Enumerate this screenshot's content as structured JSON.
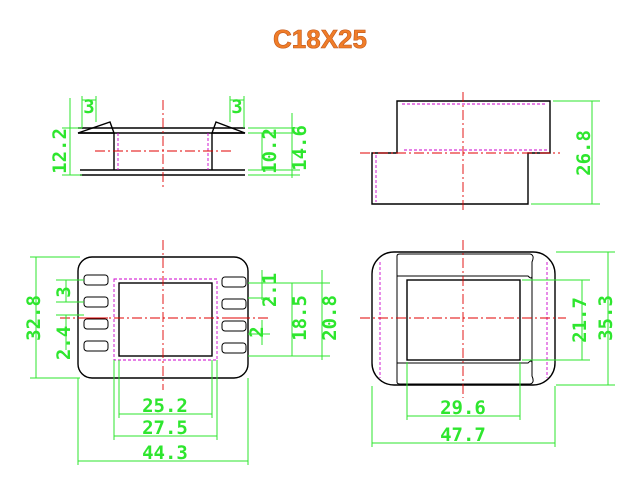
{
  "title": "C18X25",
  "views": {
    "top_left": {
      "dims": {
        "lead_left": "3",
        "lead_right": "3",
        "height_left": "12.2",
        "inner_h": "10.2",
        "outer_h": "14.6"
      }
    },
    "top_right": {
      "dims": {
        "height": "26.8"
      }
    },
    "bottom_left": {
      "dims": {
        "height": "32.8",
        "pitch": "3",
        "pin_dia": "2.4",
        "slot_a": "2.1",
        "slot_b": "2",
        "window_h": "18.5",
        "outer_h": "20.8",
        "window_w": "25.2",
        "flange_w": "27.5",
        "overall_w": "44.3"
      }
    },
    "bottom_right": {
      "dims": {
        "window_h": "21.7",
        "overall_h": "35.3",
        "window_w": "29.6",
        "overall_w": "47.7"
      }
    }
  },
  "colors": {
    "dimension": "#2ee62e",
    "outline": "#000000",
    "centerline": "#e00000",
    "hidden": "#cc00cc",
    "title": "#f07d28"
  }
}
